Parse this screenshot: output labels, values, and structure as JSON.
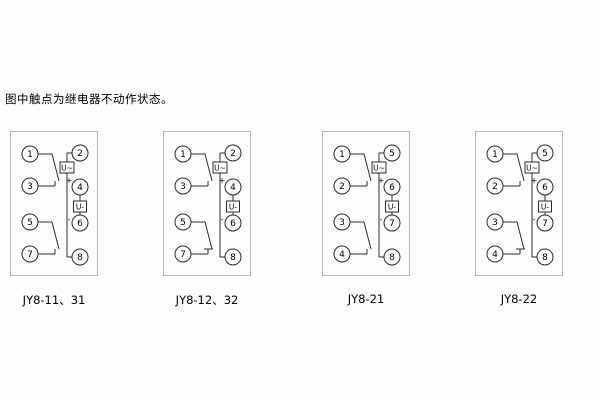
{
  "note": "图中触点为继电器不动作状态。",
  "symbols": {
    "ac": "U~",
    "dc": "U-",
    "plus": "+",
    "minus": "-"
  },
  "diagrams": [
    {
      "label": "JY8-11、31",
      "terminals": {
        "l1": "1",
        "l2": "3",
        "l3": "5",
        "l4": "7",
        "r1": "2",
        "r2": "4",
        "r3": "6",
        "r4": "8"
      }
    },
    {
      "label": "JY8-12、32",
      "terminals": {
        "l1": "1",
        "l2": "3",
        "l3": "5",
        "l4": "7",
        "r1": "2",
        "r2": "4",
        "r3": "6",
        "r4": "8"
      }
    },
    {
      "label": "JY8-21",
      "terminals": {
        "l1": "1",
        "l2": "2",
        "l3": "3",
        "l4": "4",
        "r1": "5",
        "r2": "6",
        "r3": "7",
        "r4": "8"
      }
    },
    {
      "label": "JY8-22",
      "terminals": {
        "l1": "1",
        "l2": "2",
        "l3": "3",
        "l4": "4",
        "r1": "5",
        "r2": "6",
        "r3": "7",
        "r4": "8"
      }
    }
  ]
}
